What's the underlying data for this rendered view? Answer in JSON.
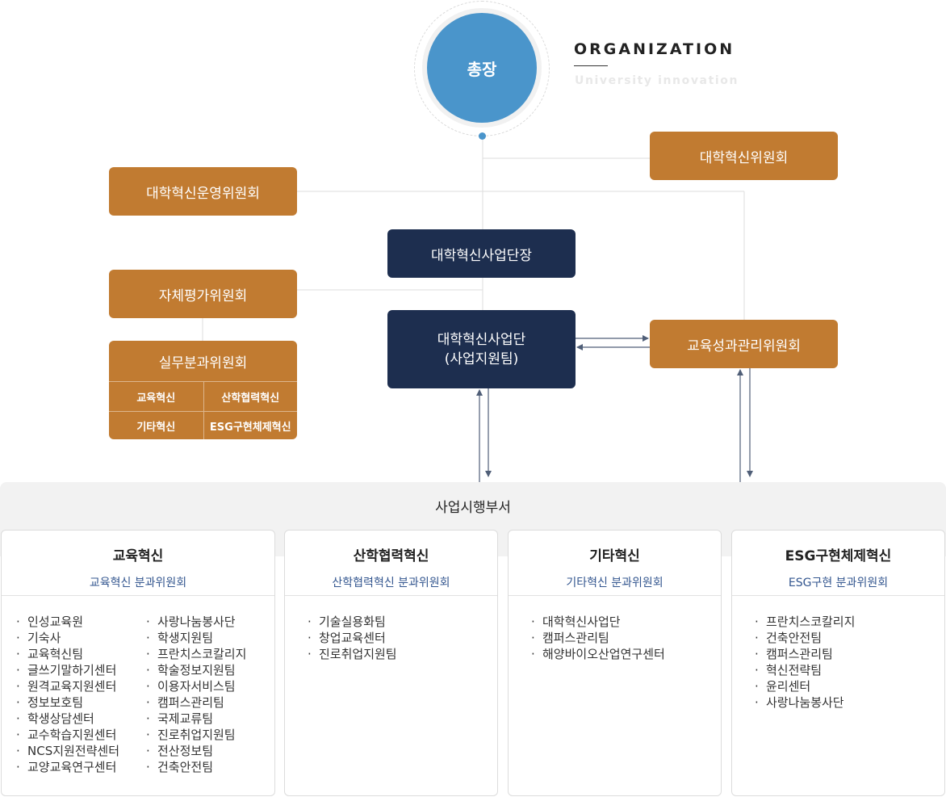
{
  "header": {
    "president": "총장",
    "org_title": "ORGANIZATION",
    "org_subtitle": "University innovation"
  },
  "committees": {
    "innovation_committee": "대학혁신위원회",
    "operation_committee": "대학혁신운영위원회",
    "self_evaluation_committee": "자체평가위원회",
    "outcome_committee": "교육성과관리위원회"
  },
  "project_office": {
    "head": "대학혁신사업단장",
    "unit_line1": "대학혁신사업단",
    "unit_line2": "(사업지원팀)"
  },
  "working_committee": {
    "title": "실무분과위원회",
    "cells": [
      "교육혁신",
      "산학협력혁신",
      "기타혁신",
      "ESG구현체제혁신"
    ]
  },
  "execution": {
    "title": "사업시행부서",
    "cards": [
      {
        "title": "교육혁신",
        "subtitle": "교육혁신 분과위원회",
        "col1": [
          "인성교육원",
          "기숙사",
          "교육혁신팀",
          "글쓰기말하기센터",
          "원격교육지원센터",
          "정보보호팀",
          "학생상담센터",
          "교수학습지원센터",
          "NCS지원전략센터",
          "교양교육연구센터"
        ],
        "col2": [
          "사랑나눔봉사단",
          "학생지원팀",
          "프란치스코칼리지",
          "학술정보지원팀",
          "이용자서비스팀",
          "캠퍼스관리팀",
          "국제교류팀",
          "진로취업지원팀",
          "전산정보팀",
          "건축안전팀"
        ]
      },
      {
        "title": "산학협력혁신",
        "subtitle": "산학협력혁신 분과위원회",
        "col1": [
          "기술실용화팀",
          "창업교육센터",
          "진로취업지원팀"
        ]
      },
      {
        "title": "기타혁신",
        "subtitle": "기타혁신 분과위원회",
        "col1": [
          "대학혁신사업단",
          "캠퍼스관리팀",
          "해양바이오산업연구센터"
        ]
      },
      {
        "title": "ESG구현체제혁신",
        "subtitle": "ESG구현 분과위원회",
        "col1": [
          "프란치스코칼리지",
          "건축안전팀",
          "캠퍼스관리팀",
          "혁신전략팀",
          "윤리센터",
          "사랑나눔봉사단"
        ]
      }
    ]
  },
  "colors": {
    "president_circle": "#4a95cb",
    "committee_box": "#c17b31",
    "project_box": "#1d2e4f",
    "subtitle_text": "#33568f",
    "connector": "#dddddd",
    "arrow": "#4f5e77"
  }
}
